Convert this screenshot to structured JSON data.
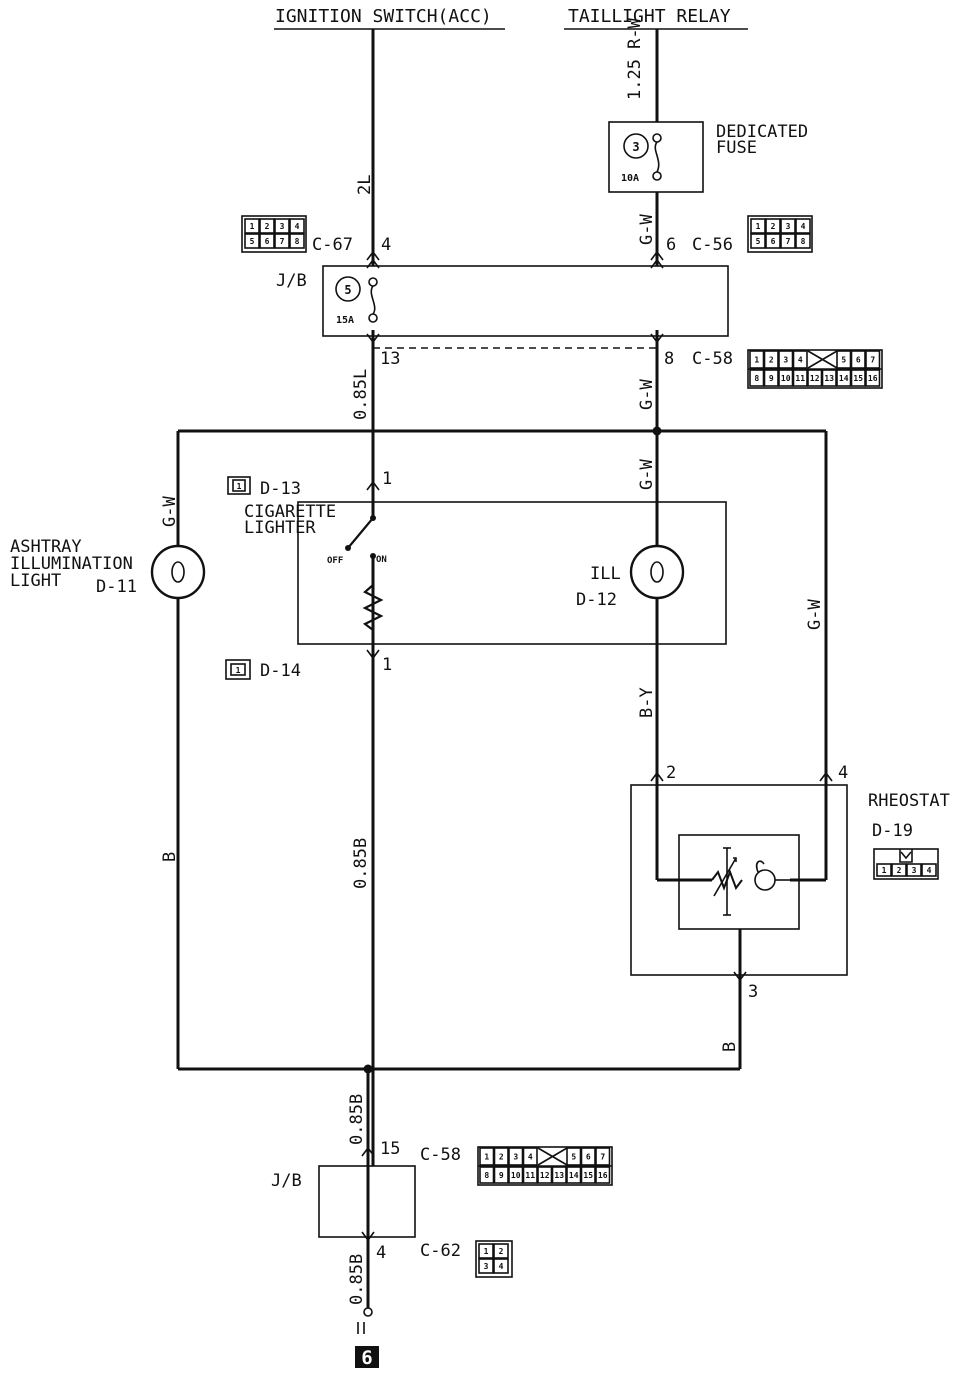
{
  "sources": {
    "ignition": "IGNITION SWITCH(ACC)",
    "taillight": "TAILLIGHT RELAY"
  },
  "wires": {
    "w125rw": "1.25 R-W",
    "w2l": "2L",
    "wgw_fuse": "G-W",
    "w085l": "0.85L",
    "wgw_c58": "G-W",
    "wgw_d12": "G-W",
    "wgw_ash": "G-W",
    "wgw_right": "G-W",
    "wby": "B-Y",
    "wb_left": "B",
    "w085b_mid": "0.85B",
    "wb_rheo": "B",
    "w085b_bot": "0.85B",
    "w085b_gnd": "0.85B"
  },
  "fuses": {
    "dedicated": {
      "num": "3",
      "rating": "10A",
      "label1": "DEDICATED",
      "label2": "FUSE"
    },
    "jb": {
      "num": "5",
      "rating": "15A",
      "label": "J/B"
    }
  },
  "connectors": {
    "c67": {
      "id": "C-67",
      "pin": "4",
      "cells": [
        "1",
        "2",
        "3",
        "4",
        "5",
        "6",
        "7",
        "8"
      ]
    },
    "c56": {
      "id": "C-56",
      "pin": "6",
      "cells": [
        "1",
        "2",
        "3",
        "4",
        "5",
        "6",
        "7",
        "8"
      ]
    },
    "c58_top": {
      "id": "C-58",
      "pin_left": "13",
      "pin_right": "8",
      "row1": [
        "1",
        "2",
        "3",
        "4",
        "5",
        "6",
        "7"
      ],
      "row2": [
        "8",
        "9",
        "10",
        "11",
        "12",
        "13",
        "14",
        "15",
        "16"
      ]
    },
    "d13": {
      "id": "D-13",
      "cell": "1",
      "pin": "1"
    },
    "d14": {
      "id": "D-14",
      "cell": "1",
      "pin": "1"
    },
    "c58_bot": {
      "id": "C-58",
      "pin": "15",
      "row1": [
        "1",
        "2",
        "3",
        "4",
        "5",
        "6",
        "7"
      ],
      "row2": [
        "8",
        "9",
        "10",
        "11",
        "12",
        "13",
        "14",
        "15",
        "16"
      ]
    },
    "c62": {
      "id": "C-62",
      "pin": "4",
      "cells": [
        "1",
        "2",
        "3",
        "4"
      ]
    },
    "d19": {
      "pins": [
        "2",
        "4",
        "3"
      ],
      "cells": [
        "1",
        "2",
        "3",
        "4"
      ]
    }
  },
  "components": {
    "ashtray": {
      "line1": "ASHTRAY",
      "line2": "ILLUMINATION",
      "line3": "LIGHT",
      "id": "D-11"
    },
    "cigarette": {
      "line1": "CIGARETTE",
      "line2": "LIGHTER",
      "off": "OFF",
      "on": "ON"
    },
    "ill": {
      "label": "ILL",
      "id": "D-12"
    },
    "rheostat": {
      "label": "RHEOSTAT",
      "id": "D-19"
    },
    "jb_bottom": {
      "label": "J/B"
    }
  },
  "ground": {
    "num": "6"
  }
}
